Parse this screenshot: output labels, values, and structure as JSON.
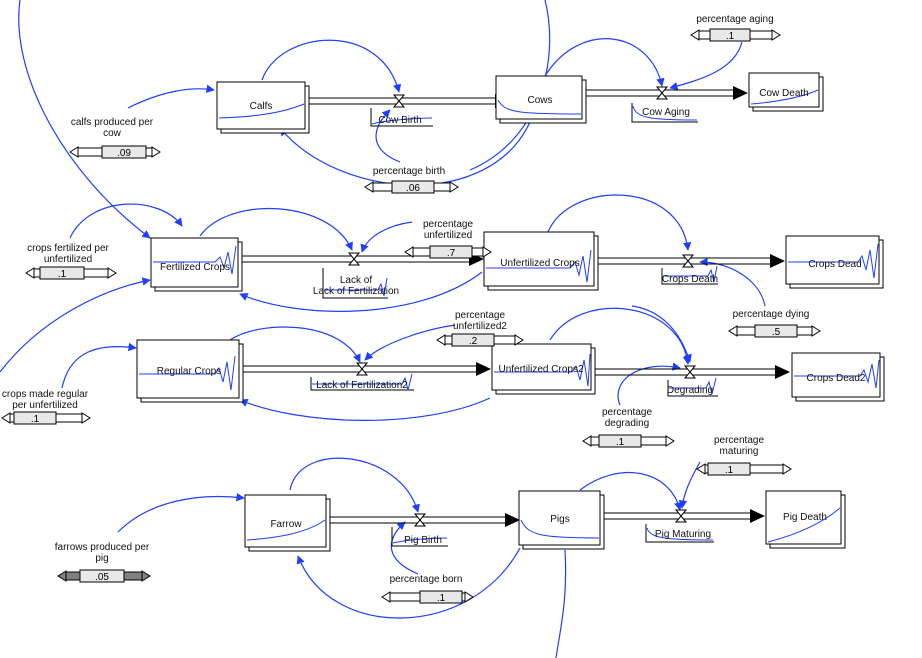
{
  "colors": {
    "connector": "#1f3fff",
    "ink": "#000000",
    "slider_dark": "#808080"
  },
  "stocks": {
    "calfs": "Calfs",
    "cows": "Cows",
    "cow_death": "Cow Death",
    "fertilized_crops": "Fertilized Crops",
    "unfertilized_crops": "Unfertilized Crops",
    "crops_dead": "Crops Dead",
    "regular_crops": "Regular Crops",
    "unfertilized_crops2": "Unfertilized Crops2",
    "crops_dead2": "Crops Dead2",
    "farrow": "Farrow",
    "pigs": "Pigs",
    "pig_death": "Pig Death"
  },
  "flows": {
    "cow_birth": "Cow Birth",
    "cow_aging": "Cow Aging",
    "lack_of_fertilization": "Lack of Fertilization",
    "crops_death": "Crops Death",
    "lack_of_fertilization2": "Lack of Fertilization2",
    "degrading": "Degrading",
    "pig_birth": "Pig Birth",
    "pig_maturing": "Pig Maturing"
  },
  "params": {
    "percentage_aging": {
      "label": [
        "percentage aging"
      ],
      "value": ".1"
    },
    "calfs_produced_per_cow": {
      "label": [
        "calfs produced per",
        "cow"
      ],
      "value": ".09"
    },
    "percentage_birth": {
      "label": [
        "percentage birth"
      ],
      "value": ".06"
    },
    "crops_fertilized_per_unfertilized": {
      "label": [
        "crops fertilized per",
        "unfertilized"
      ],
      "value": ".1"
    },
    "percentage_unfertilized": {
      "label": [
        "percentage",
        "unfertilized"
      ],
      "value": ".7"
    },
    "percentage_dying": {
      "label": [
        "percentage dying"
      ],
      "value": ".5"
    },
    "percentage_unfertilized2": {
      "label": [
        "percentage",
        "unfertilized2"
      ],
      "value": ".2"
    },
    "crops_made_regular_per_unfertilized": {
      "label": [
        "crops made regular",
        "per unfertilized"
      ],
      "value": ".1"
    },
    "percentage_degrading": {
      "label": [
        "percentage",
        "degrading"
      ],
      "value": ".1"
    },
    "percentage_maturing": {
      "label": [
        "percentage",
        "maturing"
      ],
      "value": ".1"
    },
    "farrows_produced_per_pig": {
      "label": [
        "farrows produced per",
        "pig"
      ],
      "value": ".05"
    },
    "percentage_born": {
      "label": [
        "percentage born"
      ],
      "value": ".1"
    }
  }
}
